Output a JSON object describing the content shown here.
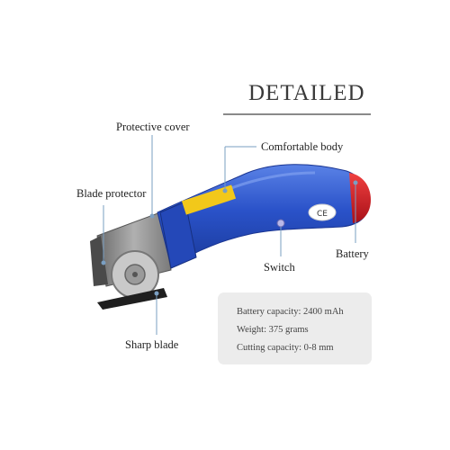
{
  "heading": "DETAILED",
  "callouts": {
    "protective_cover": "Protective cover",
    "comfortable_body": "Comfortable body",
    "blade_protector": "Blade protector",
    "switch": "Switch",
    "battery": "Battery",
    "sharp_blade": "Sharp blade"
  },
  "specs": [
    "Battery capacity: 2400 mAh",
    "Weight: 375 grams",
    "Cutting capacity: 0-8 mm"
  ],
  "colors": {
    "body_blue": "#2a52c9",
    "battery_red": "#d6202a",
    "callout_line": "#7a9fc2",
    "card_bg": "#ececec"
  }
}
